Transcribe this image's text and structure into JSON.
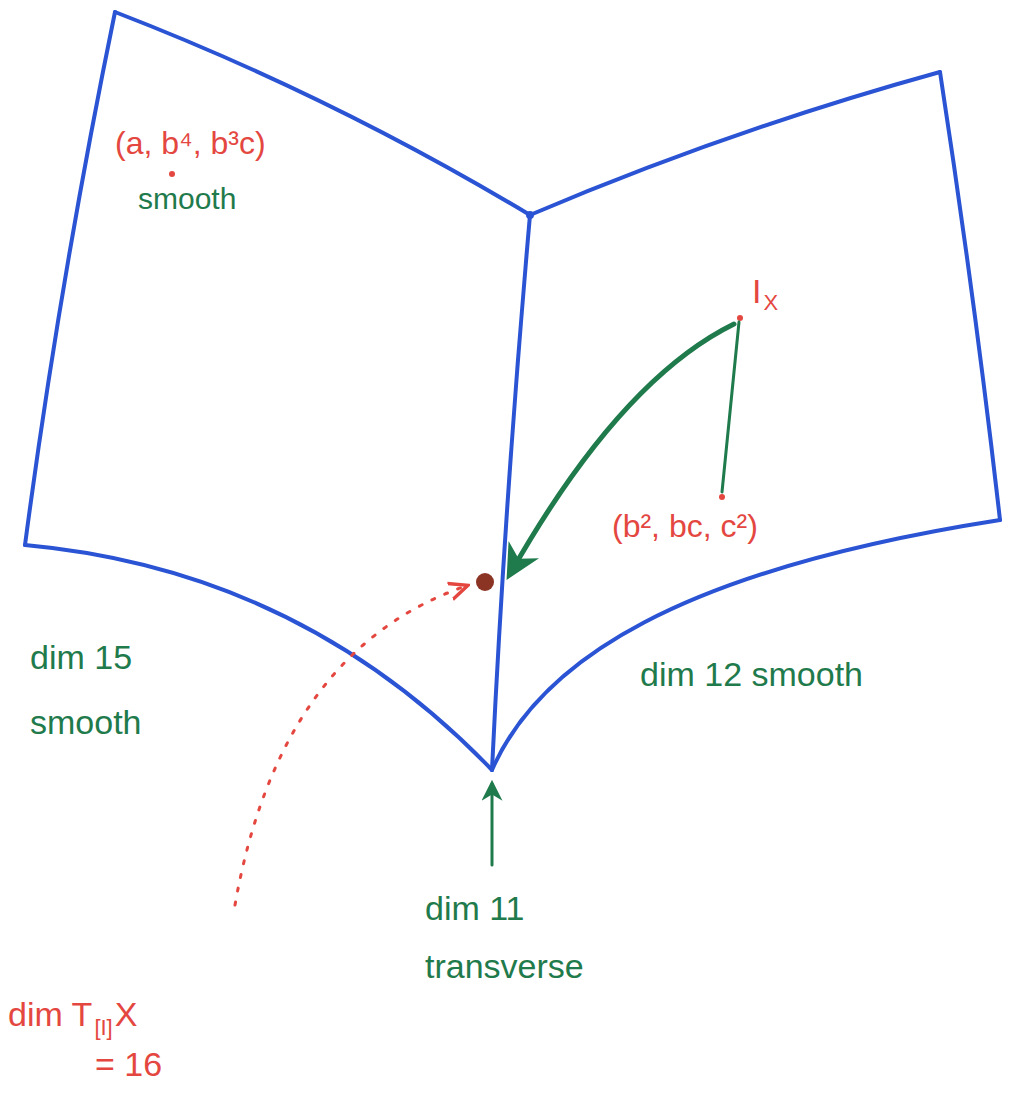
{
  "diagram": {
    "labels": [
      "(a, b⁴, b³c)",
      "smooth",
      "I",
      "X",
      "(b², bc, c²)",
      "dim 15 smooth",
      "dim 12 smooth",
      "dim 11 transverse",
      "dim T",
      "[I]",
      "X",
      "= 16"
    ]
  }
}
